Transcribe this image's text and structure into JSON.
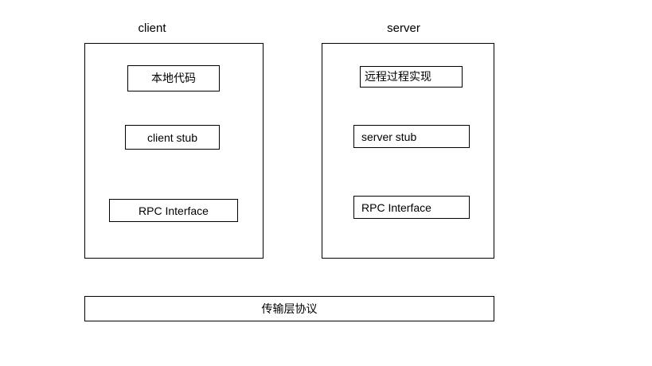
{
  "diagram": {
    "title_visible": false,
    "background_color": "#ffffff",
    "stroke_color": "#000000",
    "groups": [
      {
        "id": "client",
        "label": "client",
        "nodes": [
          {
            "id": "client-local-code",
            "label": "本地代码",
            "align": "center",
            "script": "cjk"
          },
          {
            "id": "client-stub",
            "label": "client  stub",
            "align": "center",
            "script": "latin"
          },
          {
            "id": "client-rpc-interface",
            "label": "RPC Interface",
            "align": "center",
            "script": "latin"
          }
        ]
      },
      {
        "id": "server",
        "label": "server",
        "nodes": [
          {
            "id": "server-remote-procedure-impl",
            "label": "远程过程实现",
            "align": "left",
            "script": "cjk"
          },
          {
            "id": "server-stub",
            "label": "server stub",
            "align": "left",
            "script": "latin"
          },
          {
            "id": "server-rpc-interface",
            "label": "RPC Interface",
            "align": "left",
            "script": "latin"
          }
        ]
      }
    ],
    "transport": {
      "id": "transport-layer-protocol",
      "label": "传输层协议"
    }
  }
}
